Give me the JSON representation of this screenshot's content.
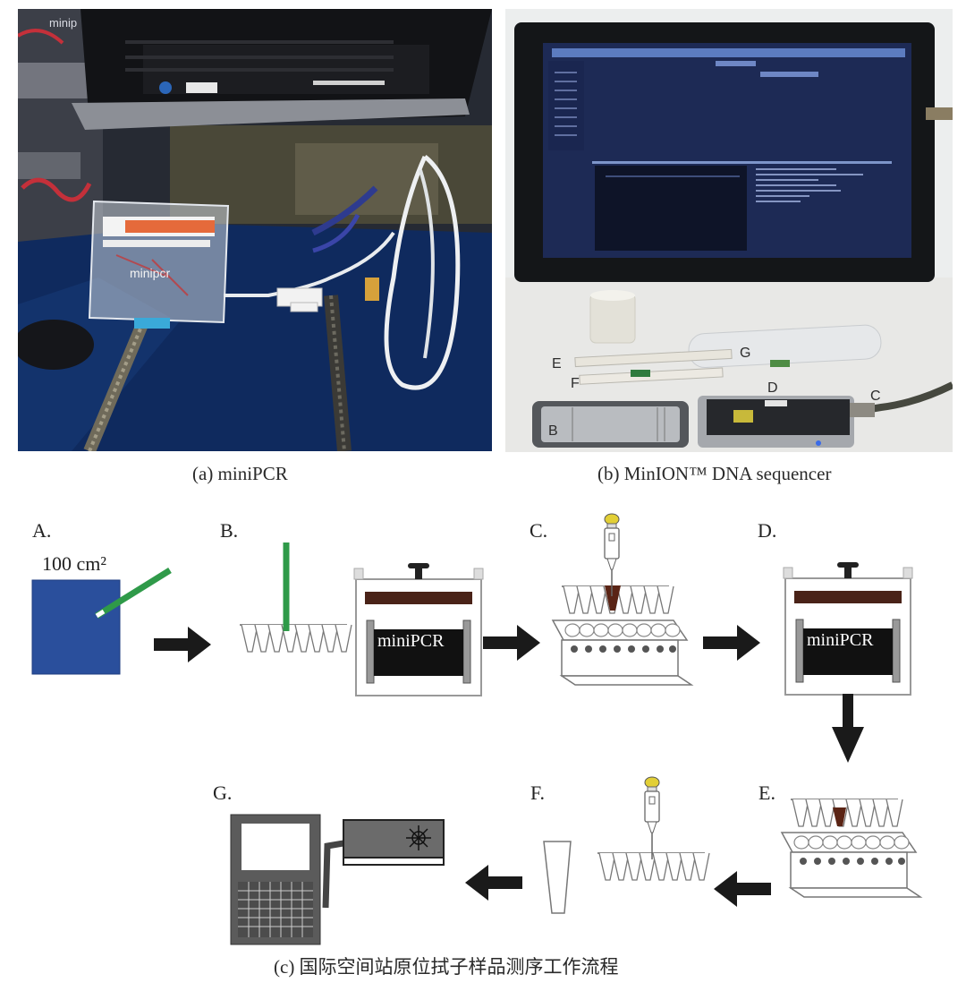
{
  "figure": {
    "panel_a": {
      "caption": "(a)  miniPCR",
      "photo_text": {
        "top_label": "minip",
        "device_label": "minipcr"
      }
    },
    "panel_b": {
      "caption": "(b) MinION™ DNA sequencer",
      "photo_labels": [
        "B",
        "C",
        "D",
        "E",
        "F",
        "G"
      ]
    },
    "panel_c": {
      "caption": "(c) 国际空间站原位拭子样品测序工作流程",
      "steps": [
        {
          "id": "A",
          "label": "A.",
          "note": "100 cm²"
        },
        {
          "id": "B",
          "label": "B.",
          "device": "miniPCR"
        },
        {
          "id": "C",
          "label": "C."
        },
        {
          "id": "D",
          "label": "D.",
          "device": "miniPCR"
        },
        {
          "id": "E",
          "label": "E."
        },
        {
          "id": "F",
          "label": "F."
        },
        {
          "id": "G",
          "label": "G."
        }
      ],
      "colors": {
        "swab_area": "#2a4f9c",
        "swab": "#2f9a49",
        "sample": "#5a2415",
        "heater_bar": "#4a2318",
        "pipette_cap": "#e2cf36",
        "sequencer": "#6b6b6b",
        "laptop": "#5b5b5b"
      }
    }
  }
}
